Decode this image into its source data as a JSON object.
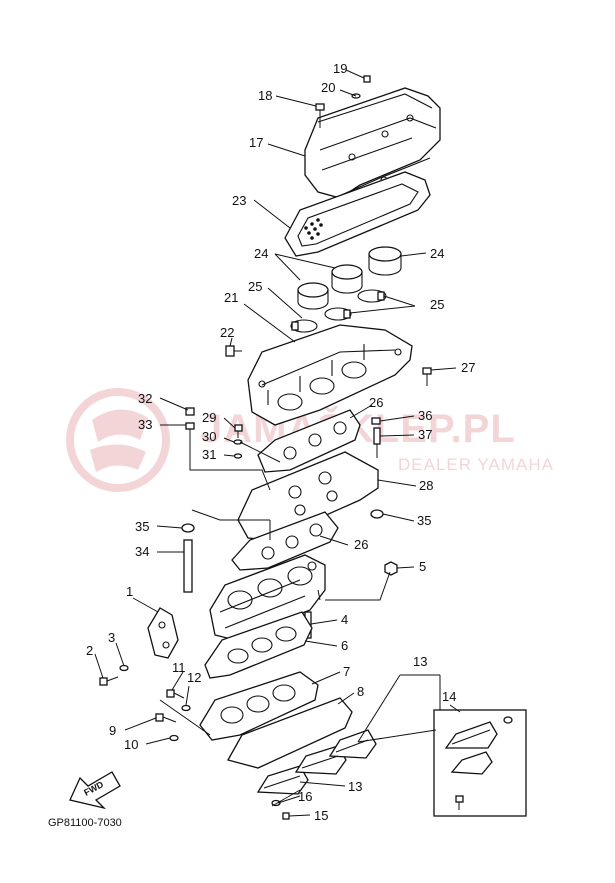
{
  "diagram": {
    "code": "GP81100-7030",
    "fwd_label": "FWD",
    "watermark": {
      "line1": "JAMAŠKLEP.PL",
      "line2": "DEALER YAMAHA"
    },
    "callouts": [
      "1",
      "2",
      "3",
      "4",
      "5",
      "6",
      "7",
      "8",
      "9",
      "10",
      "11",
      "12",
      "13",
      "14",
      "15",
      "16",
      "17",
      "18",
      "19",
      "20",
      "21",
      "22",
      "23",
      "24",
      "25",
      "26",
      "27",
      "28",
      "29",
      "30",
      "31",
      "32",
      "33",
      "34",
      "35",
      "36",
      "37"
    ],
    "colors": {
      "line": "#111111",
      "watermark": "#e8a4a8"
    }
  }
}
